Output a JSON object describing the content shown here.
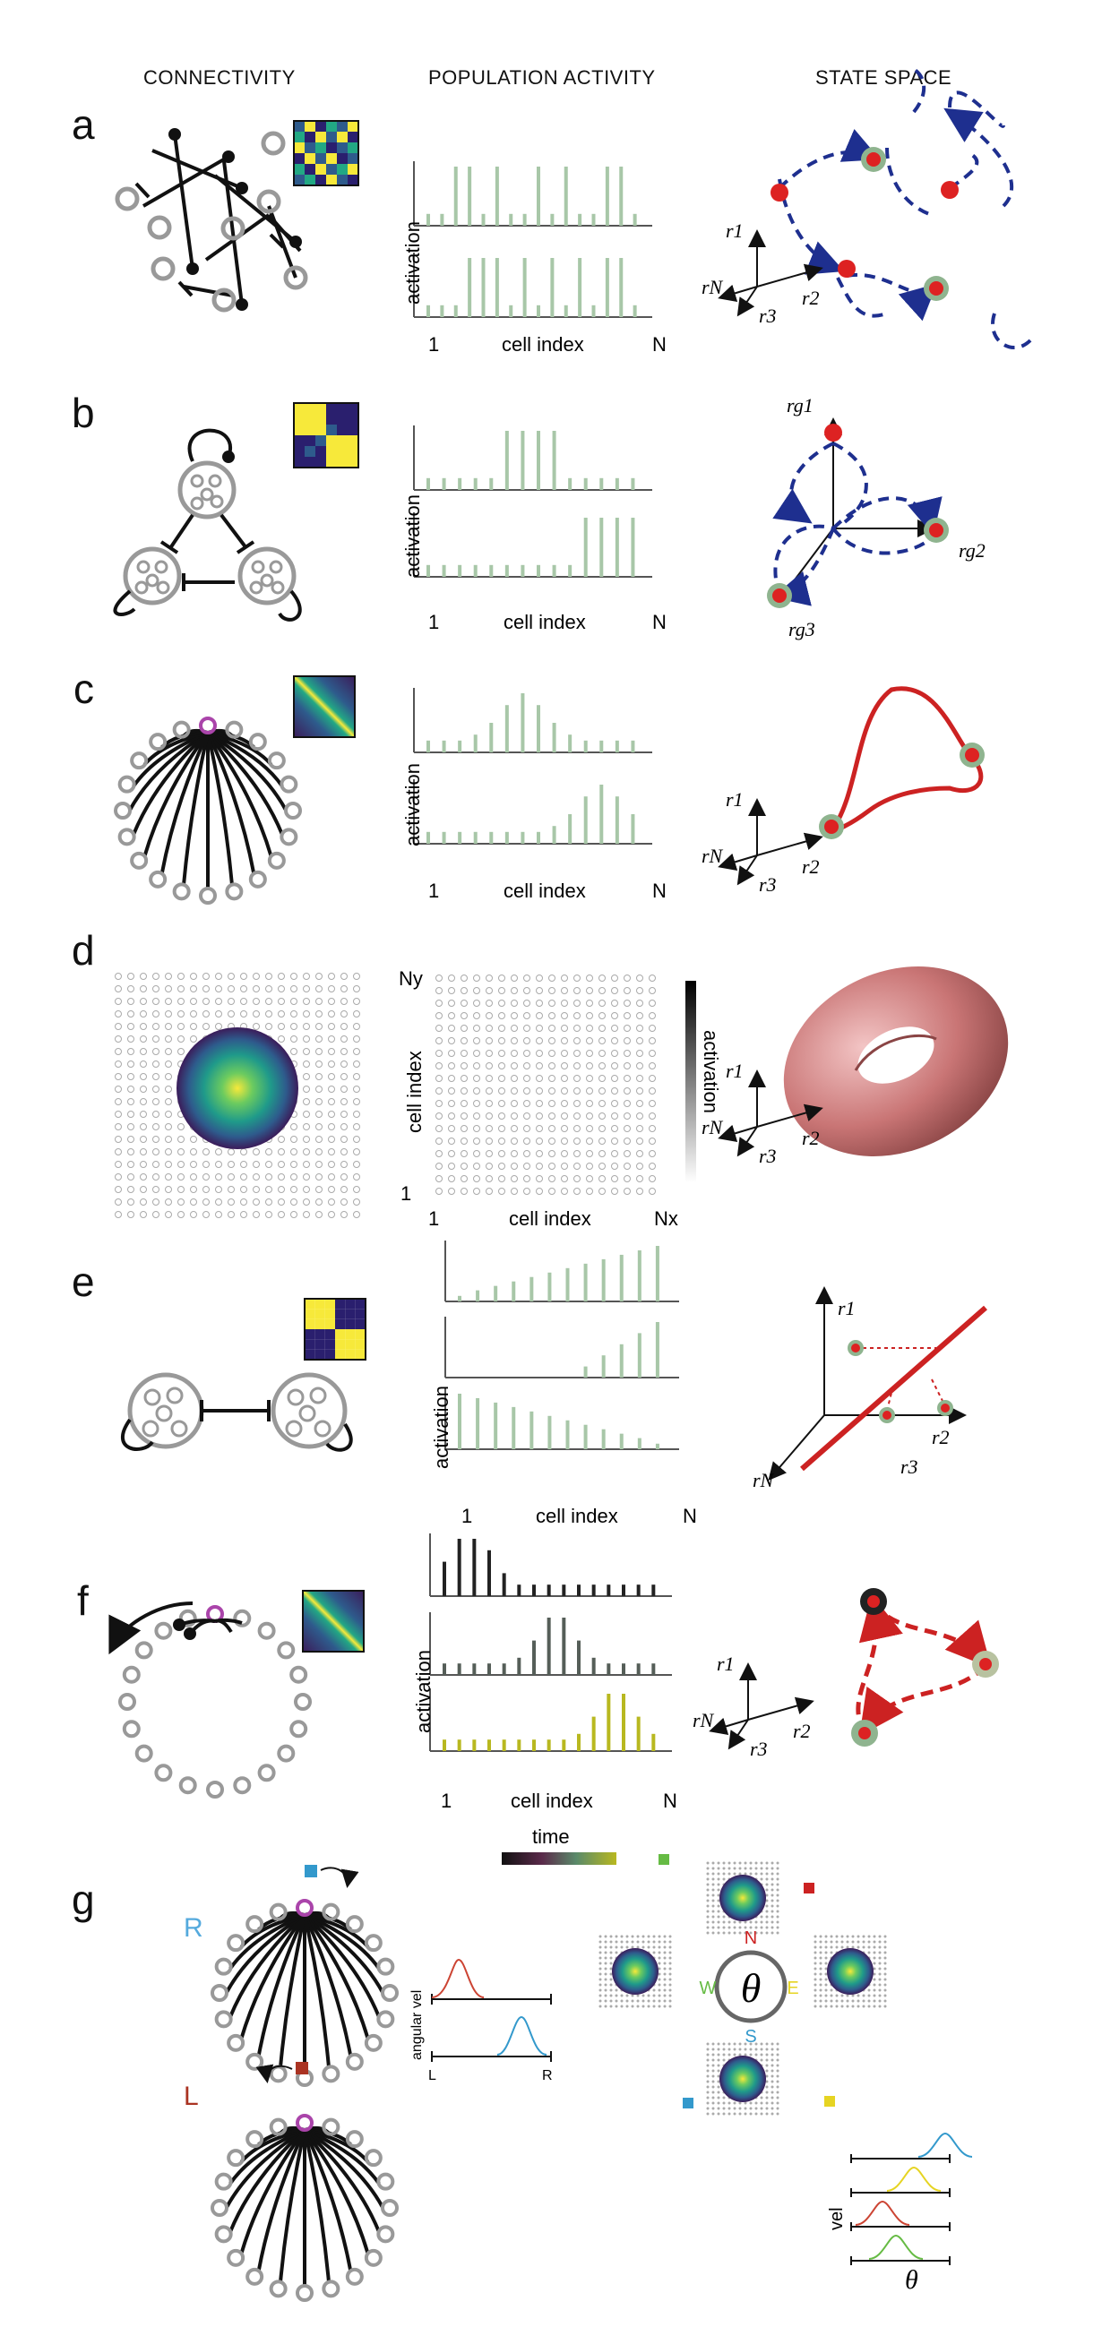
{
  "headers": {
    "connectivity": "CONNECTIVITY",
    "population_activity": "POPULATION ACTIVITY",
    "state_space": "STATE SPACE"
  },
  "panels": [
    "a",
    "b",
    "c",
    "d",
    "e",
    "f",
    "g"
  ],
  "axis": {
    "activation": "activation",
    "cell_index": "cell index",
    "first": "1",
    "last": "N",
    "ny": "Ny",
    "nx": "Nx",
    "time": "time",
    "angular_vel": "angular vel",
    "L": "L",
    "R": "R",
    "vel": "vel",
    "theta": "θ"
  },
  "state_space_labels": {
    "r1": "r1",
    "r2": "r2",
    "r3": "r3",
    "rN": "rN",
    "rg1": "rg1",
    "rg2": "rg2",
    "rg3": "rg3"
  },
  "compass": {
    "N": "N",
    "S": "S",
    "E": "E",
    "W": "W"
  },
  "directions": {
    "right": "R",
    "left": "L"
  },
  "colors": {
    "bar": "#a8c7a8",
    "attractor_dot": "#dd2222",
    "attractor_ring": "#8fb48f",
    "flow": "#1e2f8f",
    "manifold": "#cc2222",
    "neuron": "#999999",
    "north": "#cc2222",
    "south": "#3399cc",
    "east": "#e6d422",
    "west": "#66bb44"
  },
  "chart_data": [
    {
      "panel": "a",
      "type": "bar",
      "rows": [
        [
          1,
          1,
          5,
          5,
          1,
          5,
          1,
          1,
          5,
          1,
          5,
          1,
          1,
          5,
          5,
          1
        ],
        [
          1,
          1,
          1,
          5,
          5,
          5,
          1,
          5,
          1,
          5,
          1,
          5,
          1,
          5,
          5,
          1
        ]
      ]
    },
    {
      "panel": "b",
      "type": "bar",
      "rows": [
        [
          1,
          1,
          1,
          1,
          1,
          5,
          5,
          5,
          5,
          1,
          1,
          1,
          1,
          1
        ],
        [
          1,
          1,
          1,
          1,
          1,
          1,
          1,
          1,
          1,
          1,
          5,
          5,
          5,
          5
        ]
      ]
    },
    {
      "panel": "c",
      "type": "bar",
      "rows": [
        [
          1,
          1,
          1,
          1.5,
          2.5,
          4,
          5,
          4,
          2.5,
          1.5,
          1,
          1,
          1,
          1
        ],
        [
          1,
          1,
          1,
          1,
          1,
          1,
          1,
          1,
          1.5,
          2.5,
          4,
          5,
          4,
          2.5
        ]
      ]
    },
    {
      "panel": "e",
      "type": "bar",
      "rows": [
        [
          0.5,
          1,
          1.4,
          1.8,
          2.2,
          2.6,
          3,
          3.4,
          3.8,
          4.2,
          4.6,
          5
        ],
        [
          0,
          0,
          0,
          0,
          0,
          0,
          0,
          1,
          2,
          3,
          4,
          5
        ],
        [
          5,
          4.6,
          4.2,
          3.8,
          3.4,
          3,
          2.6,
          2.2,
          1.8,
          1.4,
          1,
          0.5
        ]
      ]
    },
    {
      "panel": "f",
      "type": "bar",
      "rows": [
        [
          3,
          5,
          5,
          4,
          2,
          1,
          1,
          1,
          1,
          1,
          1,
          1,
          1,
          1,
          1
        ],
        [
          1,
          1,
          1,
          1,
          1,
          1.5,
          3,
          5,
          5,
          3,
          1.5,
          1,
          1,
          1,
          1
        ],
        [
          1,
          1,
          1,
          1,
          1,
          1,
          1,
          1,
          1,
          1.5,
          3,
          5,
          5,
          3,
          1.5
        ]
      ]
    }
  ]
}
